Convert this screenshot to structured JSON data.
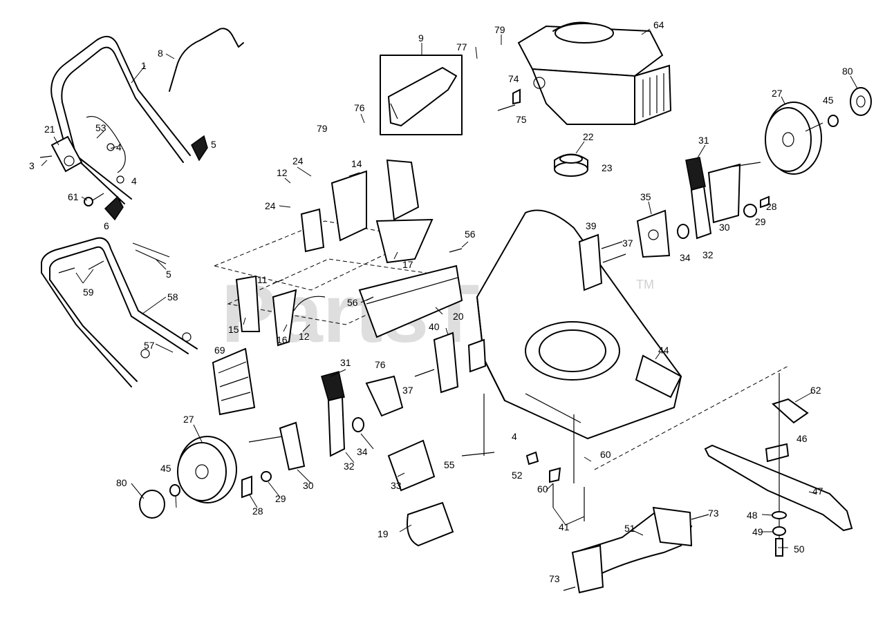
{
  "watermark": {
    "text": "PartsTree",
    "trademark": "TM"
  },
  "callouts": {
    "c1": "1",
    "c3": "3",
    "c4a": "4",
    "c4b": "4",
    "c4c": "4",
    "c5a": "5",
    "c5b": "5",
    "c6": "6",
    "c8": "8",
    "c9": "9",
    "c11": "11",
    "c12a": "12",
    "c12b": "12",
    "c14": "14",
    "c15": "15",
    "c16": "16",
    "c17": "17",
    "c19": "19",
    "c20": "20",
    "c21": "21",
    "c22": "22",
    "c23": "23",
    "c24a": "24",
    "c24b": "24",
    "c27a": "27",
    "c27b": "27",
    "c28a": "28",
    "c28b": "28",
    "c29a": "29",
    "c29b": "29",
    "c30a": "30",
    "c30b": "30",
    "c31a": "31",
    "c31b": "31",
    "c32a": "32",
    "c32b": "32",
    "c33": "33",
    "c34a": "34",
    "c34b": "34",
    "c35": "35",
    "c37a": "37",
    "c37b": "37",
    "c39": "39",
    "c40": "40",
    "c41": "41",
    "c44": "44",
    "c45a": "45",
    "c45b": "45",
    "c46": "46",
    "c47": "47",
    "c48": "48",
    "c49": "49",
    "c50": "50",
    "c51": "51",
    "c52": "52",
    "c53": "53",
    "c55": "55",
    "c56a": "56",
    "c56b": "56",
    "c57": "57",
    "c58": "58",
    "c59": "59",
    "c60a": "60",
    "c60b": "60",
    "c61": "61",
    "c62": "62",
    "c64": "64",
    "c69": "69",
    "c73a": "73",
    "c73b": "73",
    "c74": "74",
    "c75": "75",
    "c76a": "76",
    "c76b": "76",
    "c77": "77",
    "c79a": "79",
    "c79b": "79",
    "c80a": "80",
    "c80b": "80"
  }
}
